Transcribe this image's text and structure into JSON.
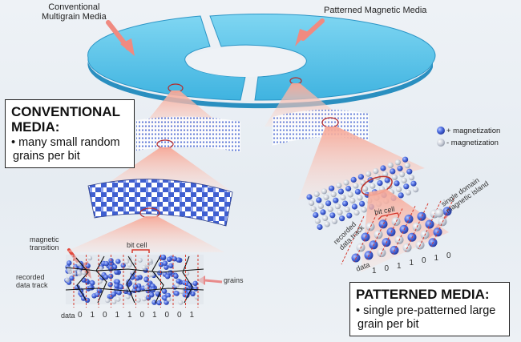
{
  "labels": {
    "conventional_media_top": "Conventional\nMultigrain Media",
    "patterned_media_top": "Patterned Magnetic Media",
    "magnetic_transition": "magnetic\ntransition",
    "bit_cell_left": "bit cell",
    "recorded_data_track_left": "recorded\ndata track",
    "grains": "grains",
    "data_label_left": "data",
    "bit_cell_right": "bit cell",
    "single_domain_island": "single domain\nmagnetic island",
    "recorded_data_track_right": "recorded\ndata track",
    "data_label_right": "data",
    "plus_magnetization": "+ magnetization",
    "minus_magnetization": "- magnetization"
  },
  "conventional_box": {
    "heading_line1": "CONVENTIONAL",
    "heading_line2": "MEDIA:",
    "body_line1": "• many small random",
    "body_line2": "grains per bit"
  },
  "patterned_box": {
    "heading": "PATTERNED MEDIA:",
    "body_line1": "• single pre-patterned large",
    "body_line2": "grain per bit"
  },
  "data_bits_left": [
    "0",
    "1",
    "0",
    "1",
    "1",
    "0",
    "1",
    "0",
    "0",
    "1"
  ],
  "data_bits_right": [
    "1",
    "0",
    "1",
    "1",
    "0",
    "1",
    "0"
  ],
  "colors": {
    "disk": "#5cc4e8",
    "disk_dark": "#2f9fcf",
    "grain_blue": "#3f5fd0",
    "grain_gray": "#c7ccd6",
    "cone": "#f6b3a6",
    "arrow": "#f08a80",
    "dashed": "#d63a2e"
  }
}
